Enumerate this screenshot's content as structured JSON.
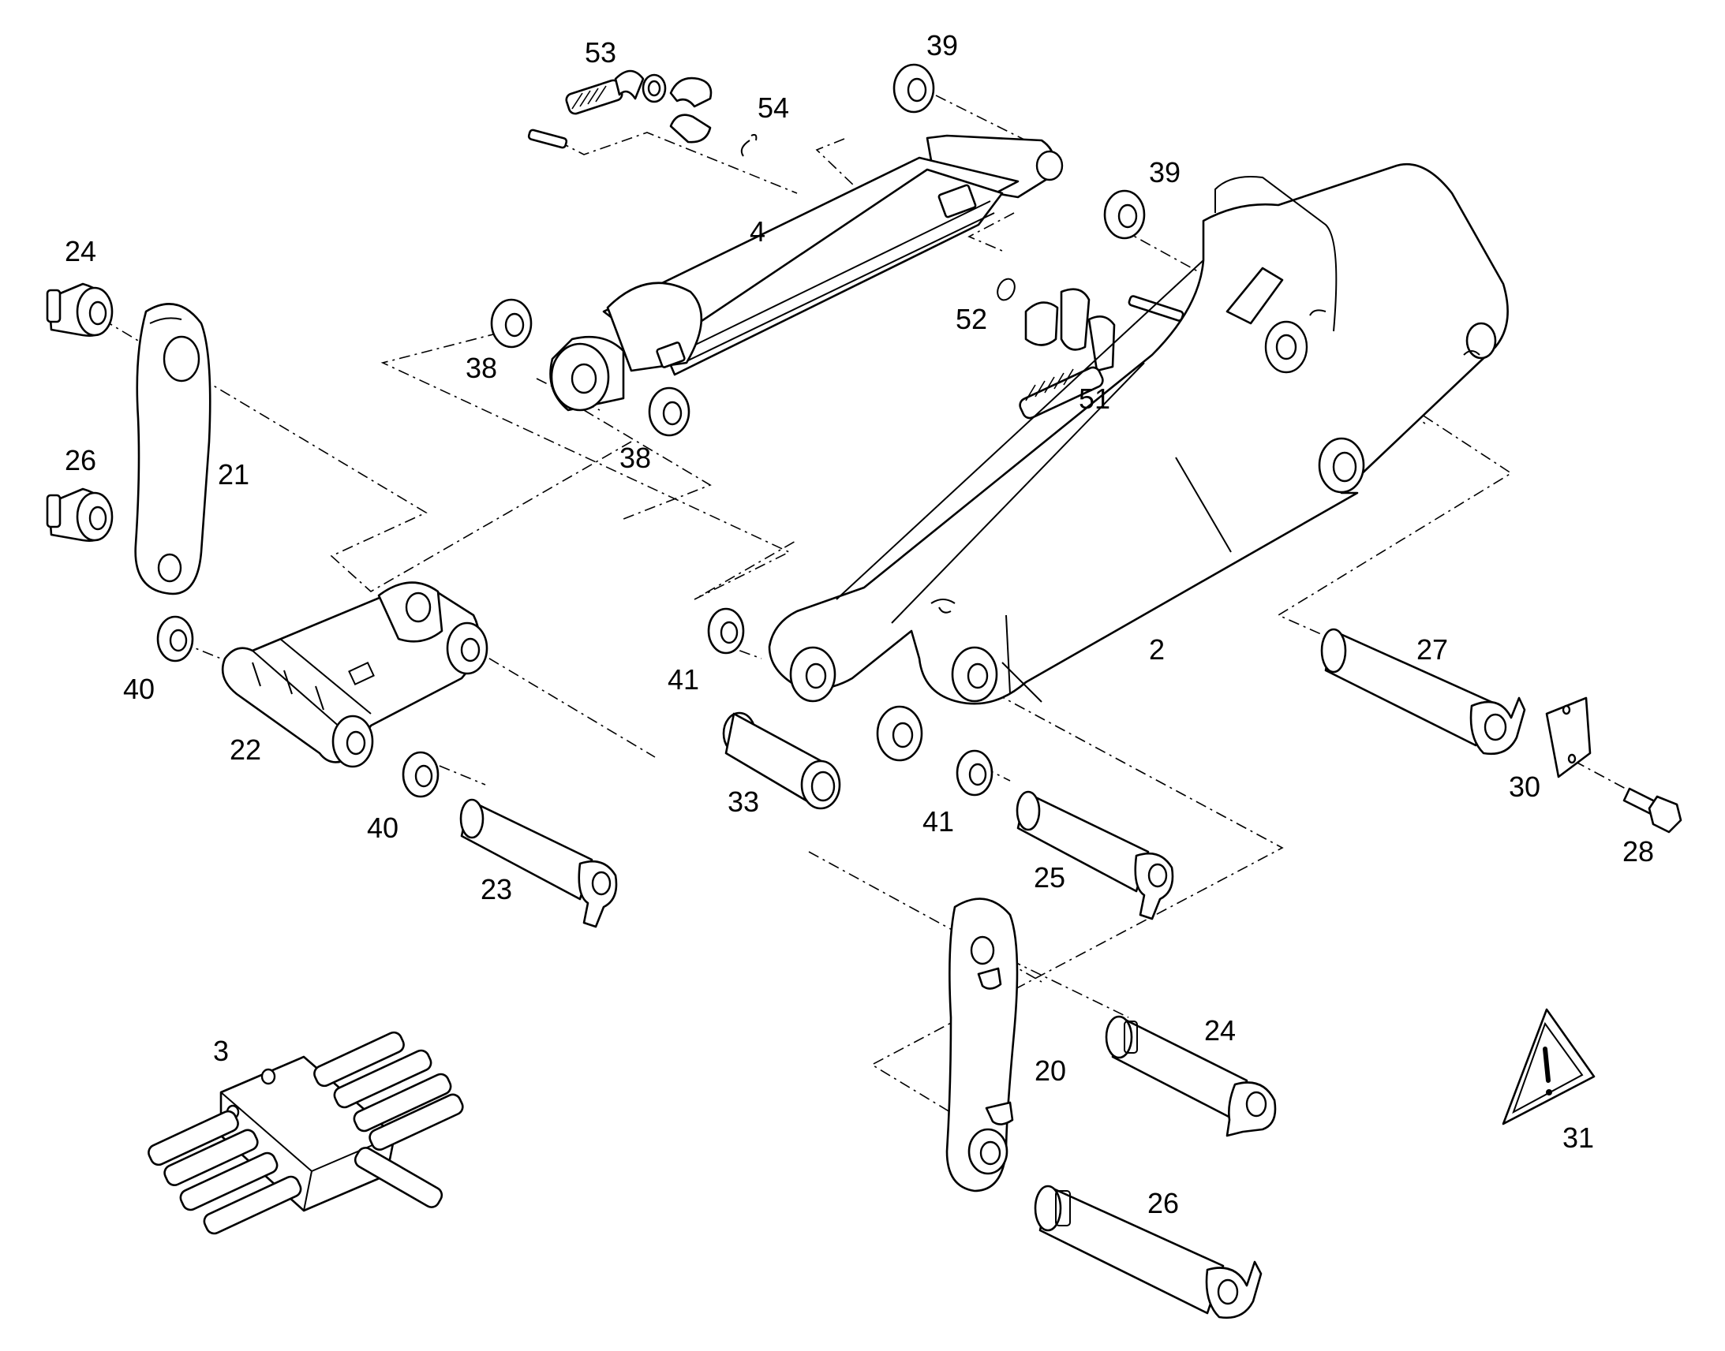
{
  "diagram": {
    "callouts": {
      "c53": "53",
      "c54": "54",
      "c39a": "39",
      "c39b": "39",
      "c4": "4",
      "c52": "52",
      "c51": "51",
      "c24a": "24",
      "c26a": "26",
      "c21": "21",
      "c38a": "38",
      "c38b": "38",
      "c40a": "40",
      "c40b": "40",
      "c22": "22",
      "c41a": "41",
      "c41b": "41",
      "c2": "2",
      "c27": "27",
      "c30": "30",
      "c28": "28",
      "c33": "33",
      "c23": "23",
      "c25": "25",
      "c3": "3",
      "c24b": "24",
      "c20": "20",
      "c26b": "26",
      "c31": "31"
    },
    "colors": {
      "line": "#000000",
      "background": "#ffffff"
    },
    "icons": [
      "warning-triangle-icon"
    ]
  }
}
